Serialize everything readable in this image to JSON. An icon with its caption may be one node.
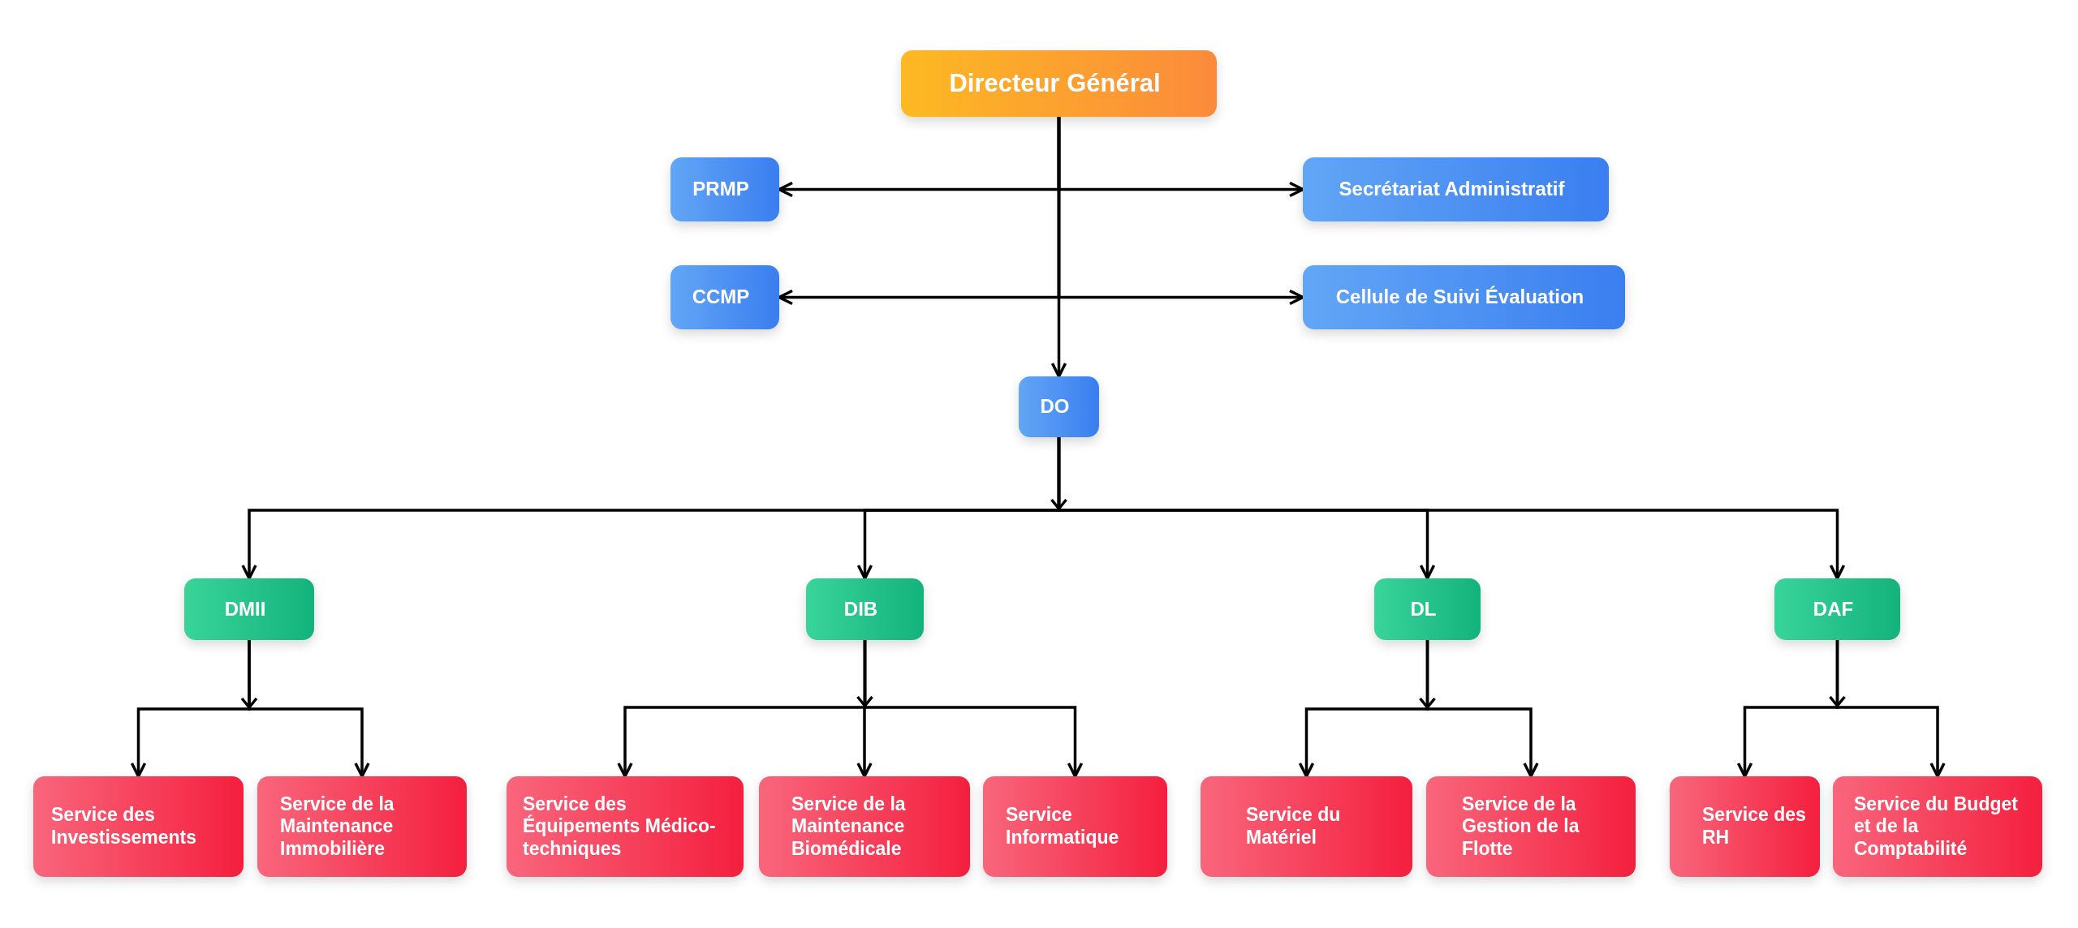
{
  "diagram": {
    "nodes": [
      {
        "text": [
          "Directeur Général"
        ]
      },
      {
        "text": [
          "PRMP"
        ]
      },
      {
        "text": [
          "Secrétariat Administratif"
        ]
      },
      {
        "text": [
          "CCMP"
        ]
      },
      {
        "text": [
          "Cellule de Suivi Évaluation"
        ]
      },
      {
        "text": [
          "DO"
        ]
      },
      {
        "text": [
          "DMII"
        ]
      },
      {
        "text": [
          "DIB"
        ]
      },
      {
        "text": [
          "DL"
        ]
      },
      {
        "text": [
          "DAF"
        ]
      },
      {
        "text": [
          "Service des Investissements"
        ]
      },
      {
        "text": [
          "Service de la Maintenance Immobilière"
        ]
      },
      {
        "text": [
          "Service des Équipements Médico-techniques"
        ]
      },
      {
        "text": [
          "Service de la Maintenance Biomédicale"
        ]
      },
      {
        "text": [
          "Service Informatique"
        ]
      },
      {
        "text": [
          "Service du Matériel"
        ]
      },
      {
        "text": [
          "Service de la Gestion de la Flotte"
        ]
      },
      {
        "text": [
          "Service des RH"
        ]
      },
      {
        "text": [
          "Service du Budget et de la Comptabilité"
        ]
      }
    ],
    "edges": [
      {
        "from": 0,
        "to": 1,
        "arrow": "to"
      },
      {
        "from": 0,
        "to": 2,
        "arrow": "to"
      },
      {
        "from": 0,
        "to": 3,
        "arrow": "to"
      },
      {
        "from": 0,
        "to": 4,
        "arrow": "to"
      },
      {
        "from": 0,
        "to": 5,
        "arrow": "to"
      },
      {
        "from": 5,
        "to": 6,
        "arrow": "to"
      },
      {
        "from": 5,
        "to": 7,
        "arrow": "to"
      },
      {
        "from": 5,
        "to": 8,
        "arrow": "to"
      },
      {
        "from": 5,
        "to": 9,
        "arrow": "to"
      },
      {
        "from": 6,
        "to": 10,
        "arrow": "to"
      },
      {
        "from": 6,
        "to": 11,
        "arrow": "to"
      },
      {
        "from": 7,
        "to": 12,
        "arrow": "to"
      },
      {
        "from": 7,
        "to": 13,
        "arrow": "to"
      },
      {
        "from": 7,
        "to": 14,
        "arrow": "to"
      },
      {
        "from": 8,
        "to": 15,
        "arrow": "to"
      },
      {
        "from": 8,
        "to": 16,
        "arrow": "to"
      },
      {
        "from": 9,
        "to": 17,
        "arrow": "to"
      },
      {
        "from": 9,
        "to": 18,
        "arrow": "to"
      }
    ]
  }
}
